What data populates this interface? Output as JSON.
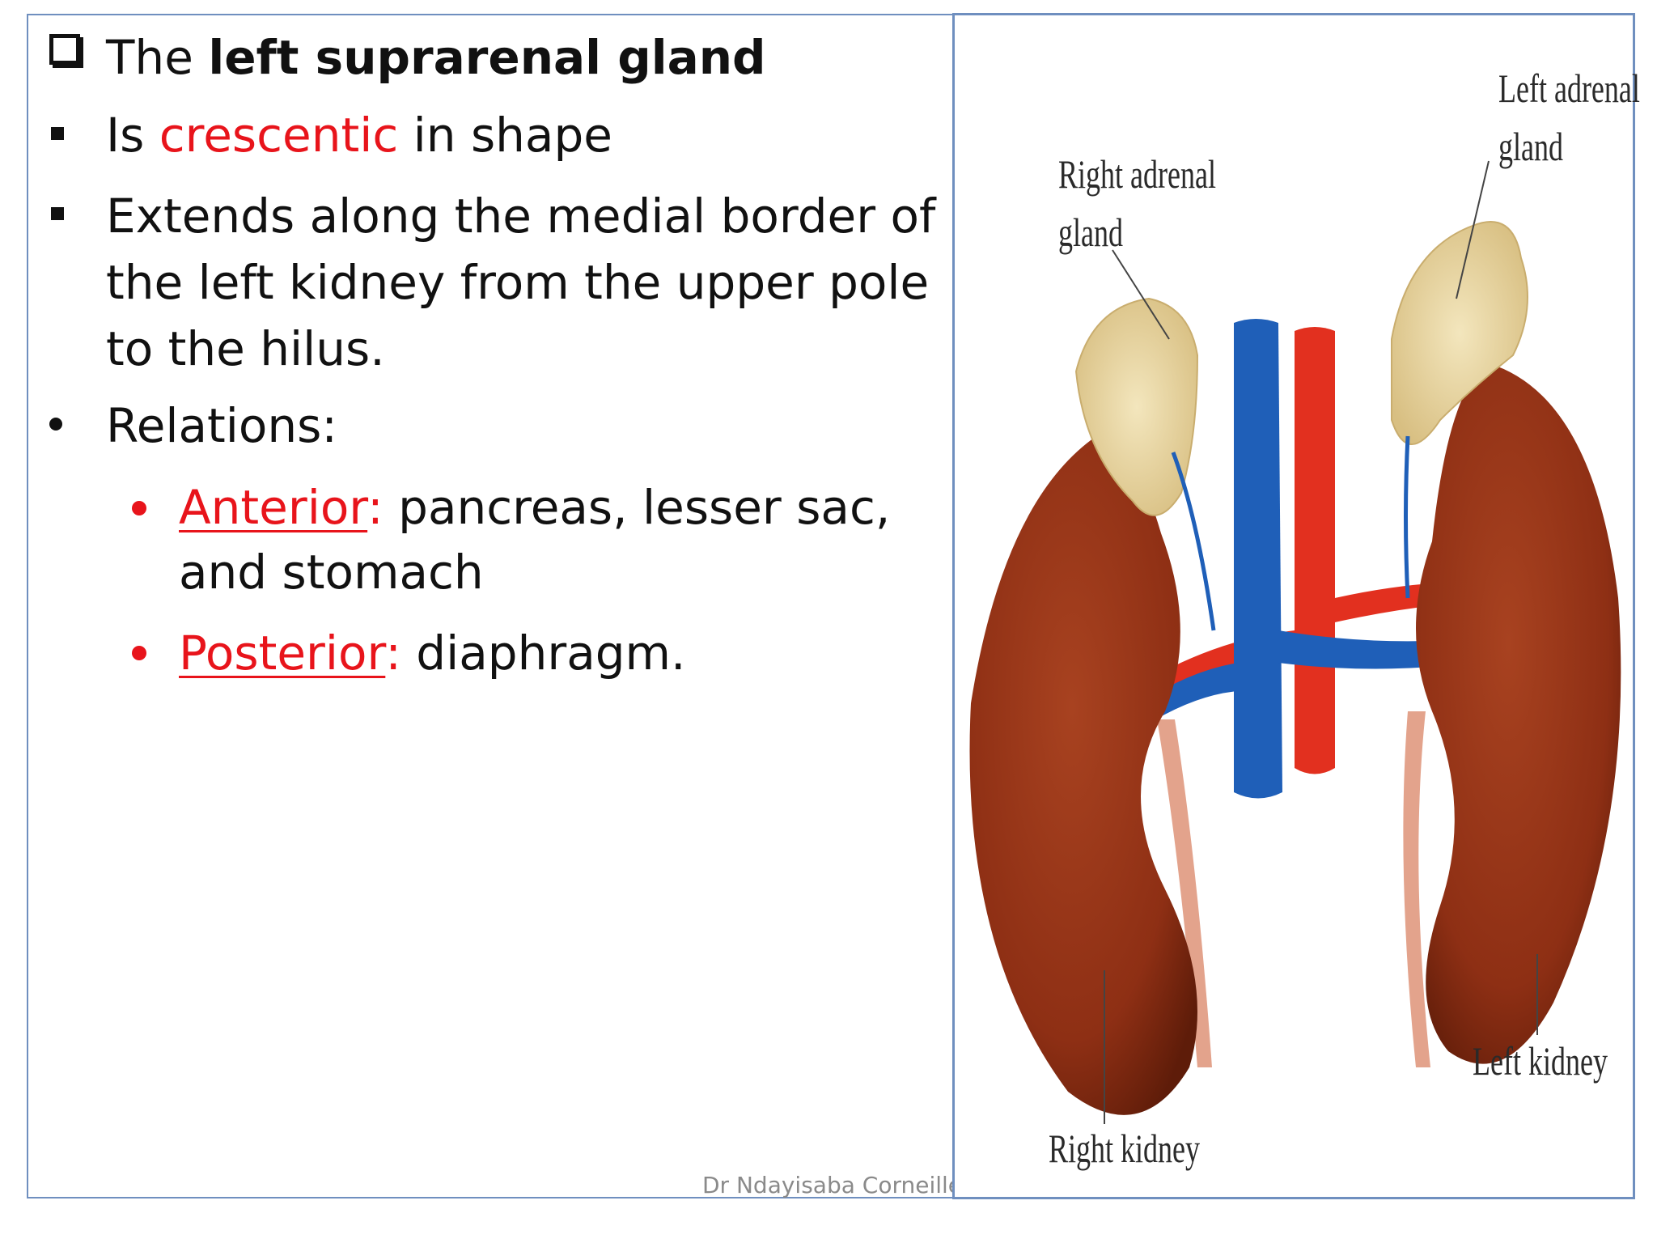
{
  "heading": {
    "prefix": "The ",
    "bold": "left suprarenal gland"
  },
  "bullets": [
    {
      "pre": "Is ",
      "highlight": "crescentic",
      "post": " in shape"
    },
    {
      "lines": [
        "Extends along the medial border of",
        "the left kidney from the upper pole",
        "to the hilus."
      ]
    },
    {
      "text": "Relations:"
    }
  ],
  "sub_bullets": [
    {
      "label": "Anterior",
      "colon": ":",
      "rest_lines": [
        " pancreas, lesser sac,",
        "and stomach"
      ]
    },
    {
      "label": "Posterior",
      "colon": ":",
      "rest_lines": [
        " diaphragm."
      ]
    }
  ],
  "footer": "Dr Ndayisaba Corneille",
  "figure": {
    "labels": {
      "right_adrenal": [
        "Right adrenal",
        "gland"
      ],
      "left_adrenal": [
        "Left adrenal",
        "gland"
      ],
      "right_kidney": "Right kidney",
      "left_kidney": "Left kidney"
    },
    "colors": {
      "kidney": "#8e2f14",
      "adrenal": "#ead9a6",
      "vein": "#1f5fb8",
      "artery": "#e2301f"
    }
  }
}
